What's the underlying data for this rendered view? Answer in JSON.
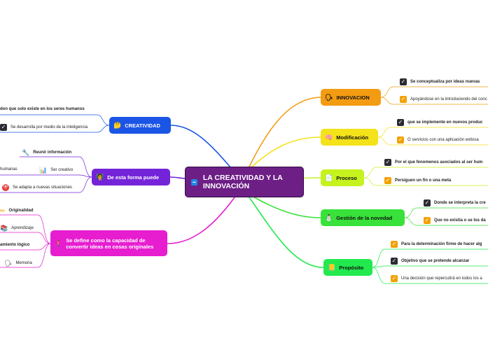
{
  "center": {
    "title": "LA CREATIVIDAD Y LA INNOVACIÓN",
    "icon": "map-badge-icon"
  },
  "colors": {
    "center": "#6d1f86",
    "innovacion": "#f39c12",
    "modificacion": "#f4e21a",
    "proceso": "#c6f21d",
    "gestion": "#39e23a",
    "proposito": "#22ea4e",
    "creatividad": "#1a55e6",
    "forma": "#7424d8",
    "define": "#e61ed0"
  },
  "branches": {
    "innovacion": {
      "label": "INNOVACION",
      "icon": "head-gears-icon",
      "items": [
        "Se conceptualiza por ideas nuevas",
        "Apoyándose en la introduciendo del conc"
      ]
    },
    "modificacion": {
      "label": "Modificación",
      "icon": "brain-icon",
      "items": [
        "que se implemente en nuevos produc",
        "O servicios con una aplicación exitosa"
      ]
    },
    "proceso": {
      "label": "Proceso",
      "icon": "page-icon",
      "items": [
        "Por el que fenomenos asociados al ser hum",
        "Persiguen un fin o una meta"
      ]
    },
    "gestion": {
      "label": "Gestión de la novedad",
      "icon": "person-icon",
      "items": [
        "Donde se interpreta la cre",
        "Que no existia o se los da"
      ]
    },
    "proposito": {
      "label": "Propósito",
      "icon": "note-icon",
      "items": [
        "Para la determinación firme de hacer alg",
        "Objetivo que se pretende alcanzar",
        "Una decisión que  repercutirá  en todos los a"
      ]
    },
    "creatividad": {
      "label": "CREATIVIDAD",
      "icon": "thinker-icon",
      "items": [
        "don que solo existe en los seres humanos",
        "Se desarrolla por medio de la inteligencia"
      ]
    },
    "forma": {
      "label": "De esta forma puede",
      "icon": "presenter-icon",
      "items": [
        "Reunir información",
        "humanas",
        "Ser creativo",
        "Se adapta a nuevas situaciones"
      ]
    },
    "define": {
      "label": "Se define como la capacidad de convertir ideas en cosas originales",
      "icon": "person-arrow-icon",
      "items": [
        "Originalidad",
        "Aprendizaje",
        "amiento lógico",
        "Memoria"
      ]
    }
  }
}
